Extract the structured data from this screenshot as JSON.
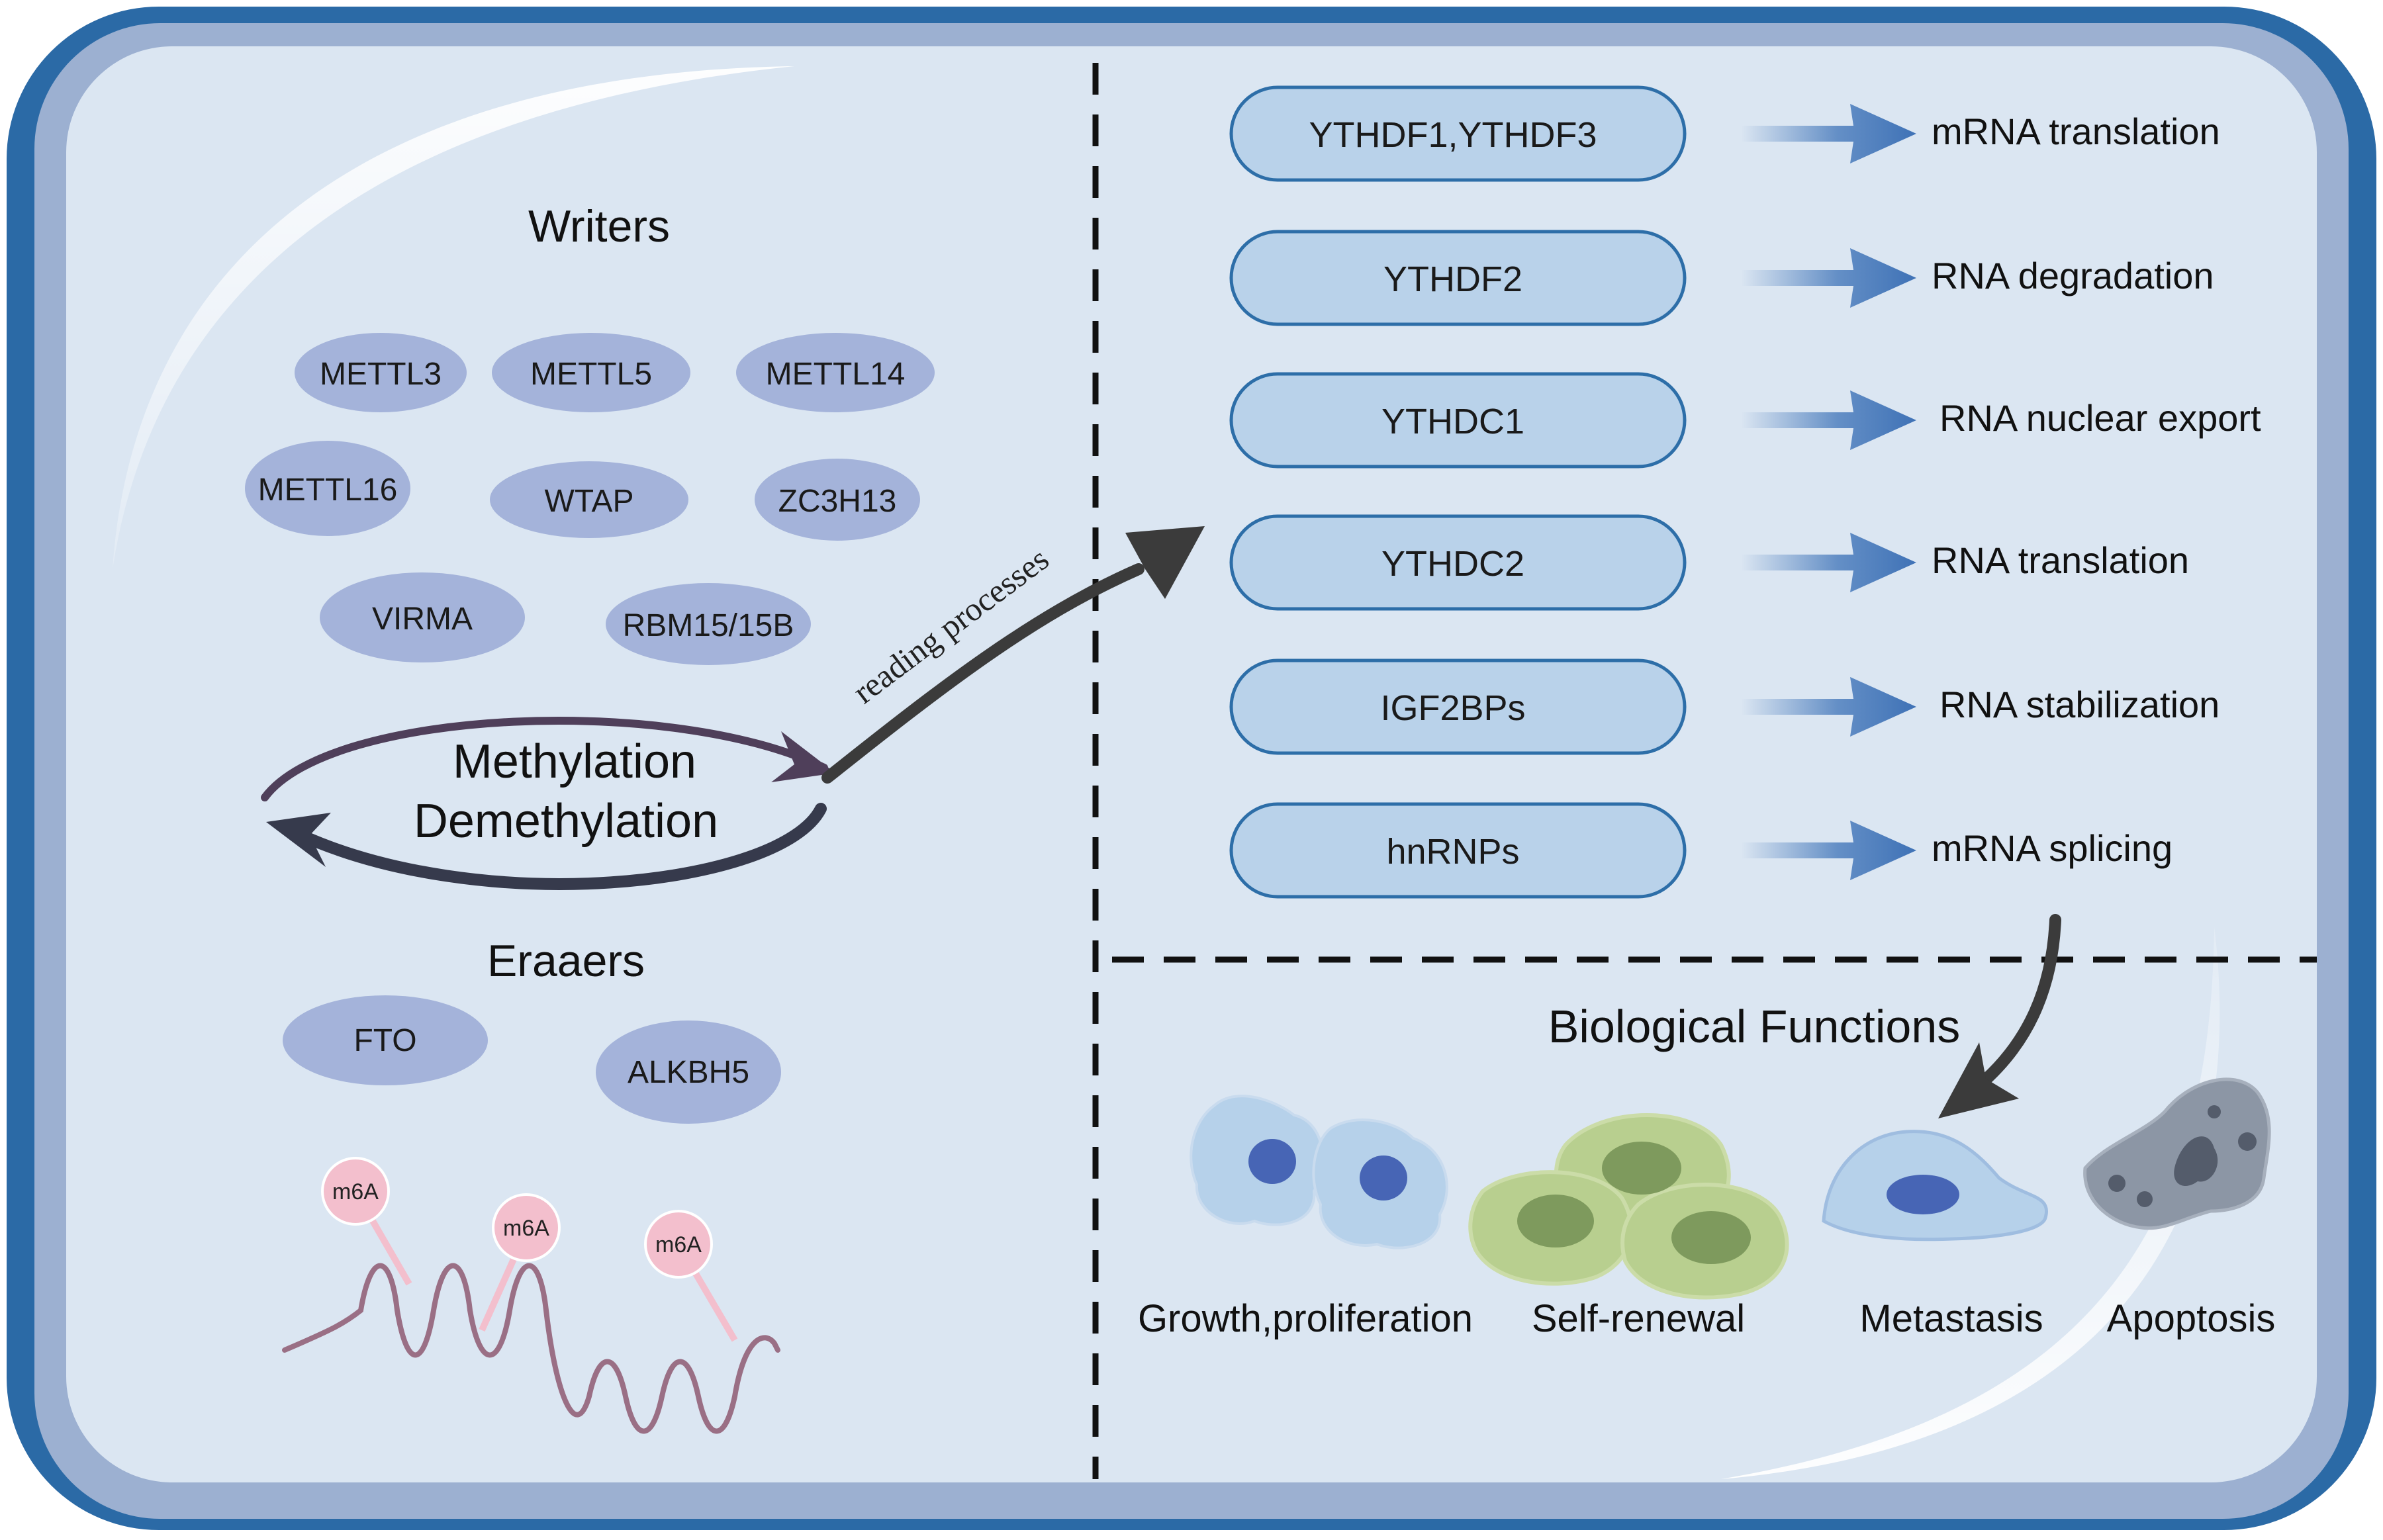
{
  "colors": {
    "outer_frame": "#2b6aa6",
    "inner_frame": "#9cb0d1",
    "panel_bg": "#dbe6f2",
    "writer_ellipse": "#a4b3da",
    "reader_pill": "#b9d2ea",
    "reader_pill_stroke": "#2d6ea8",
    "arrow_dark": "#3b3b3b",
    "arc_top": "#4f3f5a",
    "arc_bottom": "#363a4c",
    "mini_arrow": "#4679bb",
    "m6a_pin": "#f3bfcd",
    "rna_strand": "#9a6f85"
  },
  "writers": {
    "title": "Writers",
    "items": [
      "METTL3",
      "METTL5",
      "METTL14",
      "METTL16",
      "WTAP",
      "ZC3H13",
      "VIRMA",
      "RBM15/15B"
    ]
  },
  "cycle": {
    "methylation": "Methylation",
    "demethylation": "Demethylation",
    "reading": "reading processes"
  },
  "erasers": {
    "title": "Eraaers",
    "items": [
      "FTO",
      "ALKBH5"
    ]
  },
  "m6a": {
    "labels": [
      "m6A",
      "m6A",
      "m6A"
    ]
  },
  "readers": [
    {
      "protein": "YTHDF1,YTHDF3",
      "function": "mRNA translation"
    },
    {
      "protein": "YTHDF2",
      "function": "RNA degradation"
    },
    {
      "protein": "YTHDC1",
      "function": "RNA nuclear export"
    },
    {
      "protein": "YTHDC2",
      "function": "RNA translation"
    },
    {
      "protein": "IGF2BPs",
      "function": "RNA stabilization"
    },
    {
      "protein": "hnRNPs",
      "function": "mRNA splicing"
    }
  ],
  "biological": {
    "title": "Biological Functions",
    "items": [
      "Growth,proliferation",
      "Self-renewal",
      "Metastasis",
      "Apoptosis"
    ]
  }
}
